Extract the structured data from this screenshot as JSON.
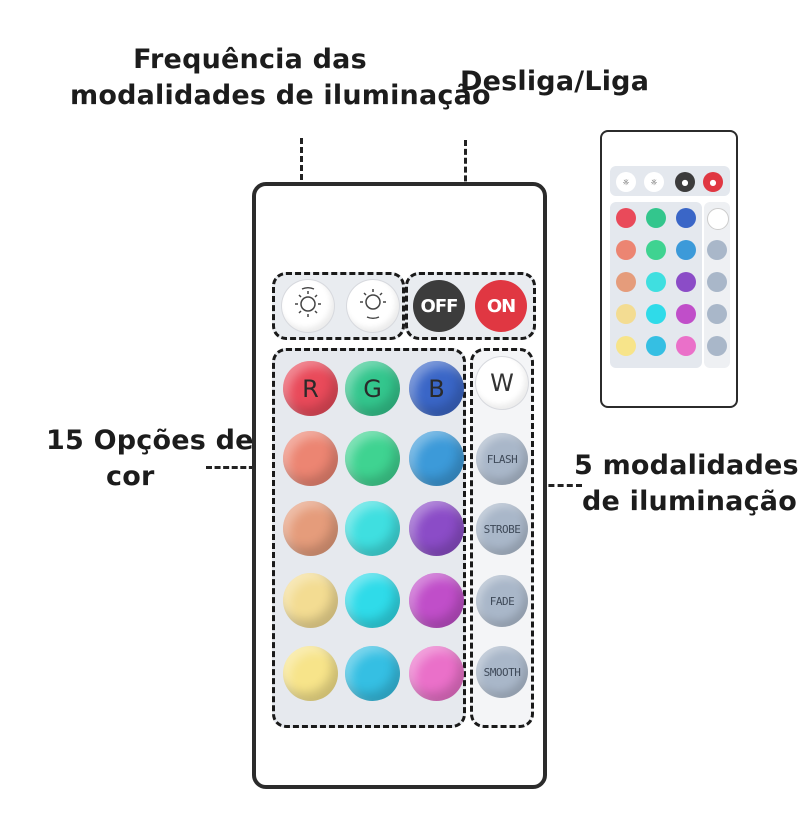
{
  "labels": {
    "frequency_line1": "Frequência das",
    "frequency_line2": "modalidades de iluminação",
    "onoff": "Desliga/Liga",
    "colors_line1": "15 Opções de",
    "colors_line2": "cor",
    "modes_line1": "5 modalidades",
    "modes_line2": "de iluminação"
  },
  "remote": {
    "top_buttons": [
      {
        "name": "speed-up-icon",
        "label": ""
      },
      {
        "name": "speed-down-icon",
        "label": ""
      },
      {
        "name": "off-button",
        "label": "OFF"
      },
      {
        "name": "on-button",
        "label": "ON"
      }
    ],
    "rgb_labels": [
      "R",
      "G",
      "B"
    ],
    "white_label": "W",
    "modes": [
      "FLASH",
      "STROBE",
      "FADE",
      "SMOOTH"
    ],
    "colors": [
      [
        "#e94a5a",
        "#33c68d",
        "#3a66c7"
      ],
      [
        "#ec8572",
        "#3fd391",
        "#3c9ad9"
      ],
      [
        "#e59c7b",
        "#3fdfe0",
        "#8b4cc7"
      ],
      [
        "#f3dc92",
        "#2fdbe9",
        "#c04ec9"
      ],
      [
        "#f7e48a",
        "#35bfe3",
        "#ea70c9"
      ]
    ],
    "accent_colors": {
      "off": "#3c3c3c",
      "on": "#e03742",
      "mode": "#a9b7c9"
    }
  }
}
